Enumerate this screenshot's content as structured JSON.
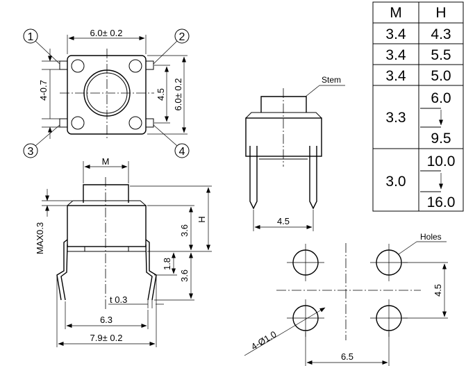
{
  "top_view": {
    "width_label": "6.0± 0.2",
    "height_inner_label": "4.5",
    "height_outer_label": "6.0± 0.2",
    "pin_gap_label": "4-0.7",
    "pin_1": "1",
    "pin_2": "2",
    "pin_3": "3",
    "pin_4": "4"
  },
  "side_view": {
    "m_label": "M",
    "h_label": "H",
    "max_label": "MAX0.3",
    "body_label": "3.6",
    "lead_label": "3.6",
    "standoff_label": "1.8",
    "thickness_label": "t 0.3",
    "inner_width_label": "6.3",
    "outer_width_label": "7.9± 0.2"
  },
  "stem_view": {
    "stem_label": "Stem",
    "pitch_label": "4.5"
  },
  "pcb_view": {
    "holes_label": "Holes",
    "vertical_label": "4.5",
    "horizontal_label": "6.5",
    "diameter_label": "4-Ø1.0"
  },
  "table": {
    "header_m": "M",
    "header_h": "H",
    "rows": [
      {
        "m": "3.4",
        "h": "4.3"
      },
      {
        "m": "3.4",
        "h": "5.5"
      },
      {
        "m": "3.4",
        "h": "5.0"
      },
      {
        "m": "3.3",
        "h_from": "6.0",
        "h_to": "9.5"
      },
      {
        "m": "3.0",
        "h_from": "10.0",
        "h_to": "16.0"
      }
    ]
  }
}
